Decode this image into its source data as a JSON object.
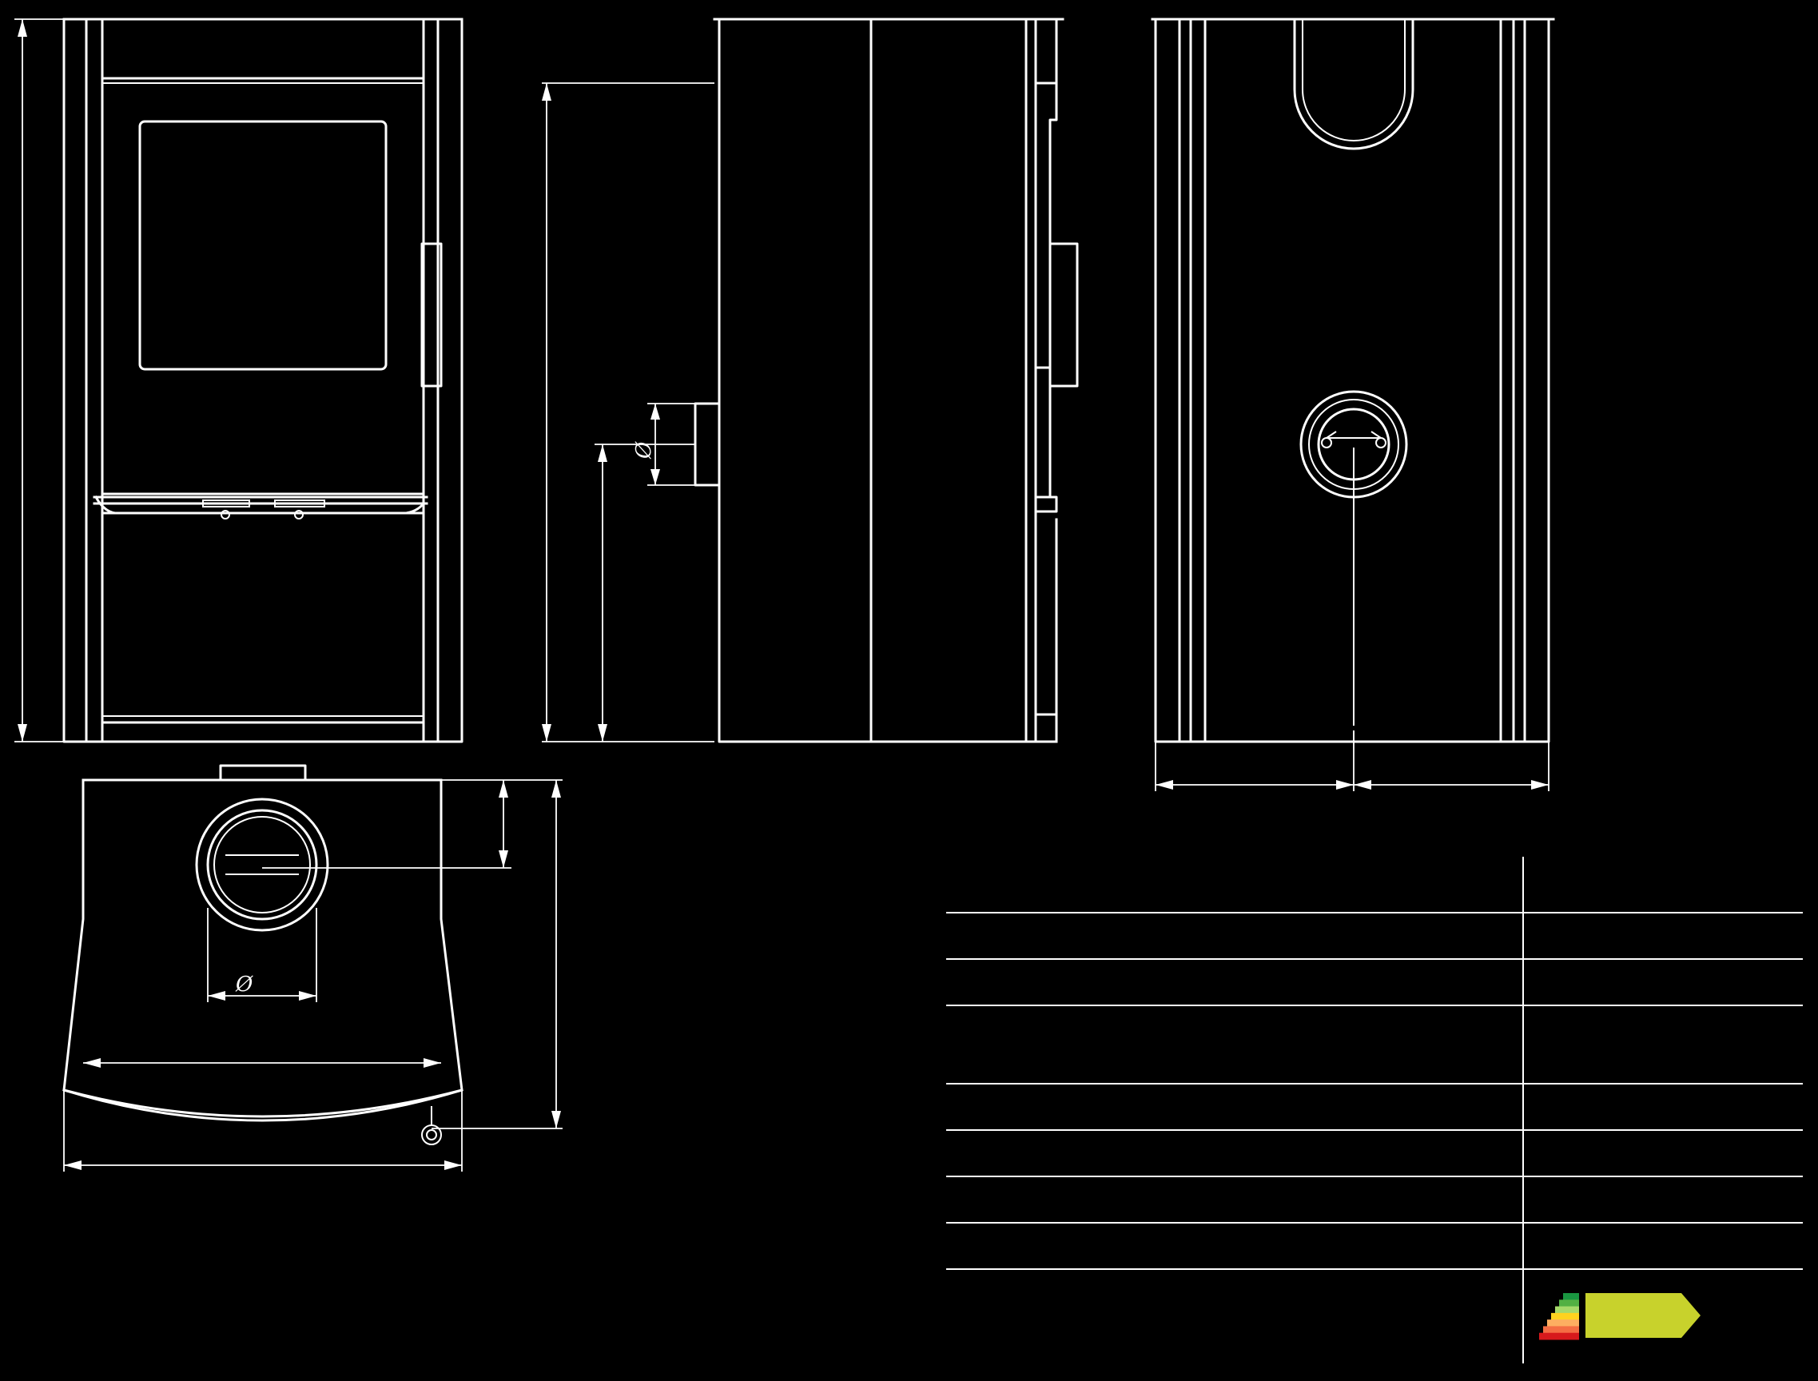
{
  "dimension_symbols": {
    "side_flue_diameter": "Ø",
    "top_flue_diameter": "Ø"
  },
  "spec_table": {
    "row_count": 9,
    "labels": [
      "",
      "",
      "",
      "",
      "",
      "",
      "",
      "",
      ""
    ],
    "values": [
      "",
      "",
      "",
      "",
      "",
      "",
      "",
      "",
      ""
    ]
  },
  "energy_label": {
    "scale_colors": [
      "#1a9641",
      "#52b043",
      "#a6d96a",
      "#ffd21f",
      "#fdae61",
      "#f46d43",
      "#d7191c"
    ],
    "rating_color": "#c8d22c"
  }
}
